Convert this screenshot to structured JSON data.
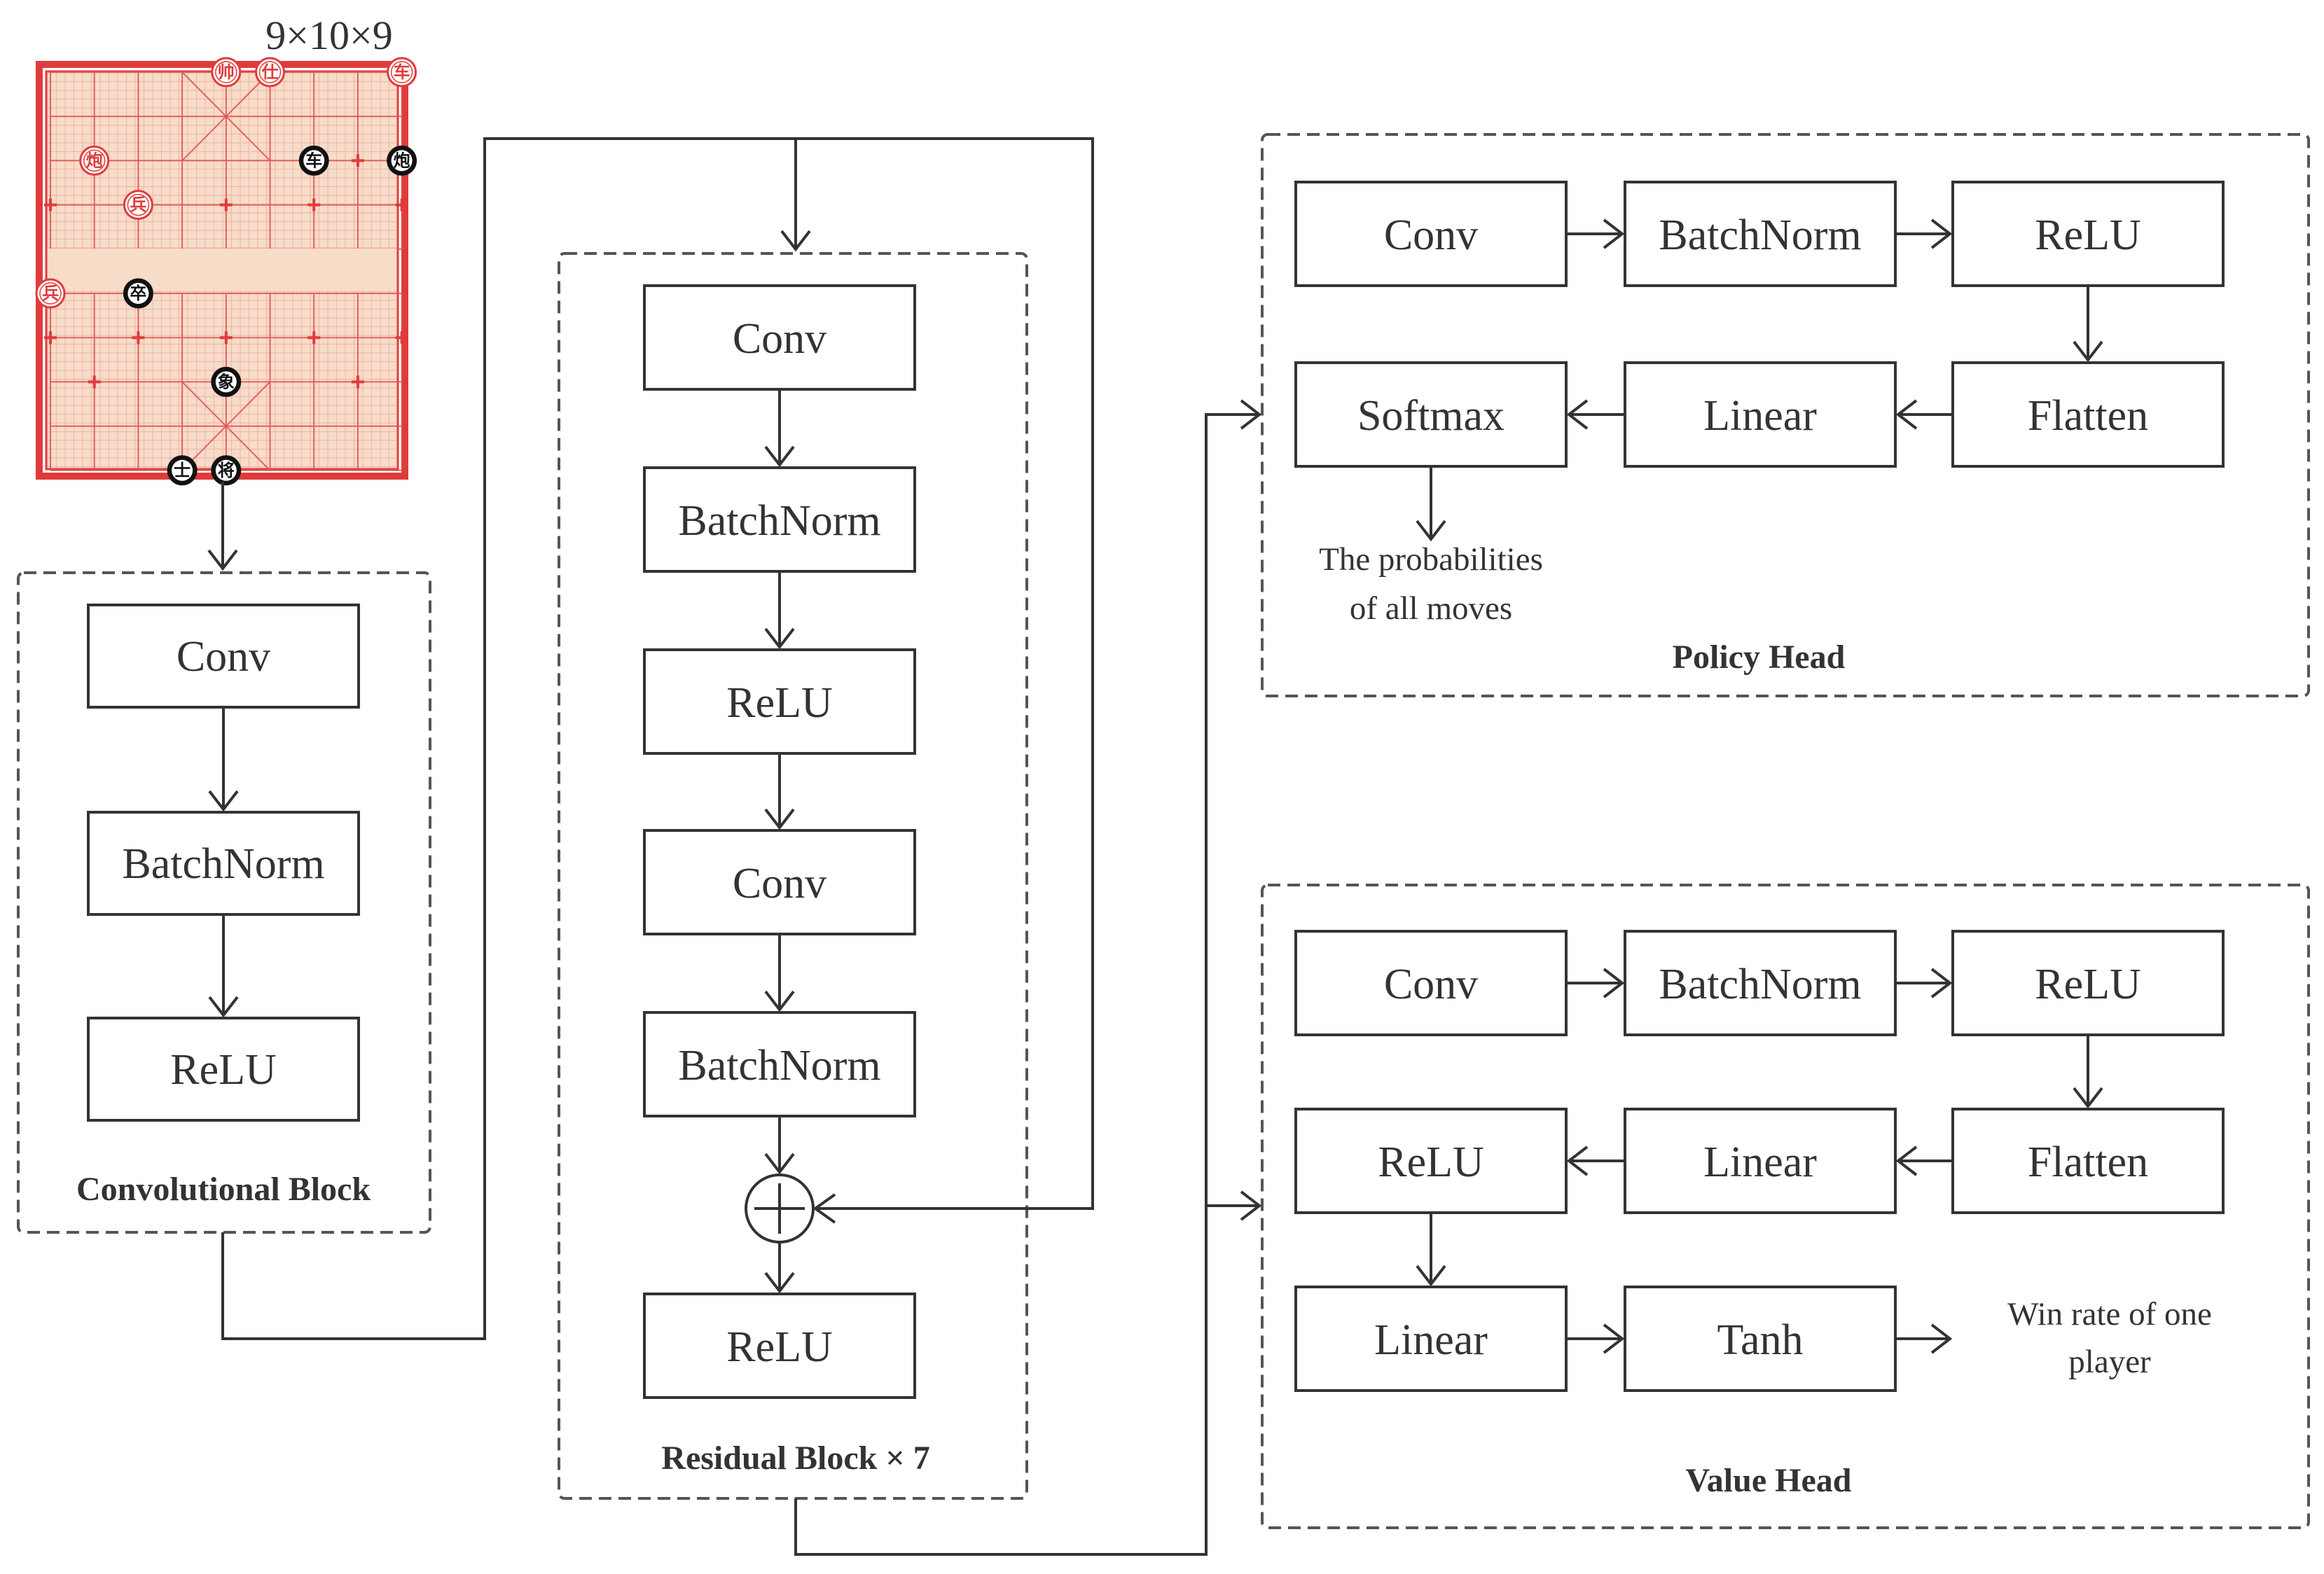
{
  "input": {
    "shape_label": "9×10×9",
    "pieces": [
      {
        "side": "red",
        "glyph": "帅",
        "file": 4,
        "rank": 0
      },
      {
        "side": "red",
        "glyph": "仕",
        "file": 5,
        "rank": 0
      },
      {
        "side": "red",
        "glyph": "车",
        "file": 8,
        "rank": 0
      },
      {
        "side": "red",
        "glyph": "炮",
        "file": 1,
        "rank": 2
      },
      {
        "side": "black",
        "glyph": "车",
        "file": 6,
        "rank": 2
      },
      {
        "side": "black",
        "glyph": "炮",
        "file": 8,
        "rank": 2
      },
      {
        "side": "red",
        "glyph": "兵",
        "file": 2,
        "rank": 3
      },
      {
        "side": "red",
        "glyph": "兵",
        "file": 0,
        "rank": 5
      },
      {
        "side": "black",
        "glyph": "卒",
        "file": 2,
        "rank": 5
      },
      {
        "side": "black",
        "glyph": "象",
        "file": 4,
        "rank": 7
      },
      {
        "side": "black",
        "glyph": "士",
        "file": 3,
        "rank": 9
      },
      {
        "side": "black",
        "glyph": "将",
        "file": 4,
        "rank": 9
      }
    ]
  },
  "conv_block": {
    "caption": "Convolutional Block",
    "layers": [
      "Conv",
      "BatchNorm",
      "ReLU"
    ]
  },
  "residual_block": {
    "caption": "Residual Block × 7",
    "layers": [
      "Conv",
      "BatchNorm",
      "ReLU",
      "Conv",
      "BatchNorm",
      "ReLU"
    ]
  },
  "policy_head": {
    "caption": "Policy Head",
    "row1": [
      "Conv",
      "BatchNorm",
      "ReLU"
    ],
    "row2": [
      "Softmax",
      "Linear",
      "Flatten"
    ],
    "output_line1": "The probabilities",
    "output_line2": "of all moves"
  },
  "value_head": {
    "caption": "Value Head",
    "row1": [
      "Conv",
      "BatchNorm",
      "ReLU"
    ],
    "row2": [
      "ReLU",
      "Linear",
      "Flatten"
    ],
    "row3": [
      "Linear",
      "Tanh"
    ],
    "output_line1": "Win rate of one",
    "output_line2": "player"
  },
  "colors": {
    "board_bg": "#f7dcc8",
    "board_line": "#e03b3b",
    "red_piece": "#e03b3b",
    "black_piece": "#111111",
    "stroke": "#333333"
  }
}
